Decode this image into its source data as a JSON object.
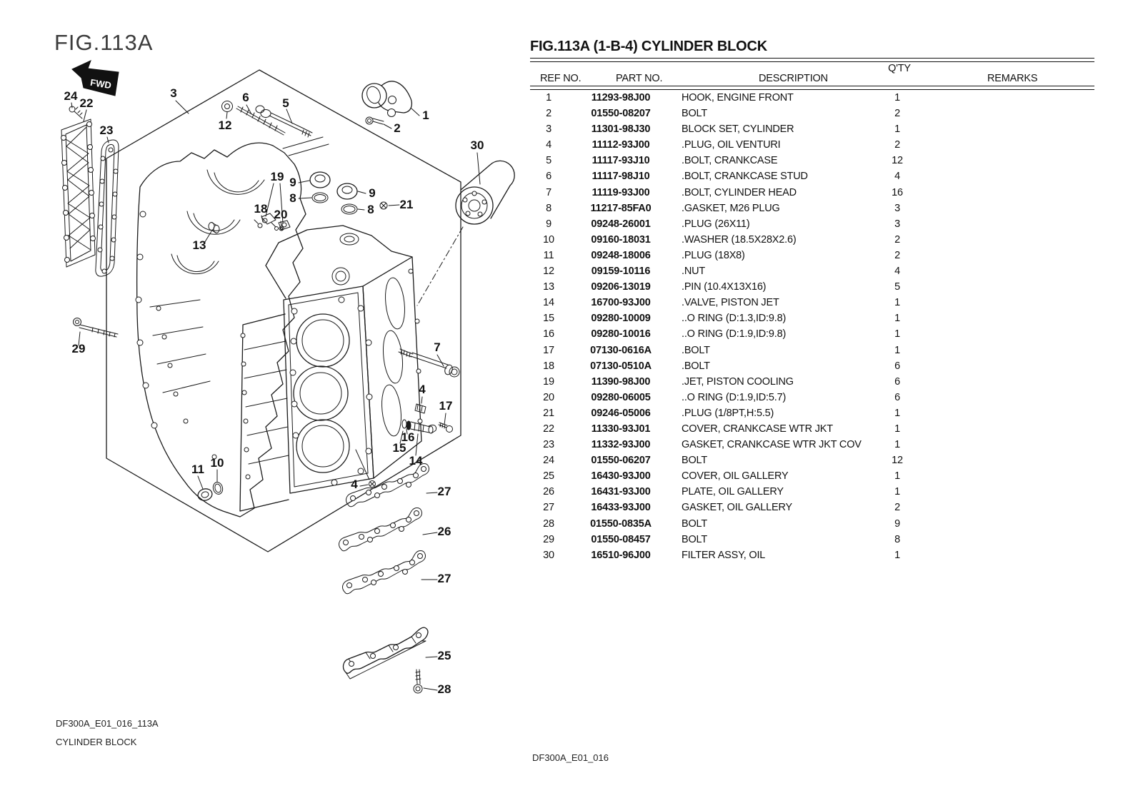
{
  "figure": {
    "title": "FIG.113A",
    "fwd_label": "FWD"
  },
  "table": {
    "title": "FIG.113A (1-B-4) CYLINDER BLOCK",
    "headers": {
      "ref": "REF NO.",
      "part": "PART NO.",
      "desc": "DESCRIPTION",
      "qty": "Q'TY",
      "remarks": "REMARKS"
    },
    "rows": [
      {
        "ref": "1",
        "part": "11293-98J00",
        "desc": "HOOK, ENGINE FRONT",
        "qty": "1",
        "remarks": ""
      },
      {
        "ref": "2",
        "part": "01550-08207",
        "desc": "BOLT",
        "qty": "2",
        "remarks": ""
      },
      {
        "ref": "3",
        "part": "11301-98J30",
        "desc": "BLOCK SET, CYLINDER",
        "qty": "1",
        "remarks": ""
      },
      {
        "ref": "4",
        "part": "11112-93J00",
        "desc": ".PLUG, OIL VENTURI",
        "qty": "2",
        "remarks": ""
      },
      {
        "ref": "5",
        "part": "11117-93J10",
        "desc": ".BOLT, CRANKCASE",
        "qty": "12",
        "remarks": ""
      },
      {
        "ref": "6",
        "part": "11117-98J10",
        "desc": ".BOLT, CRANKCASE STUD",
        "qty": "4",
        "remarks": ""
      },
      {
        "ref": "7",
        "part": "11119-93J00",
        "desc": ".BOLT, CYLINDER HEAD",
        "qty": "16",
        "remarks": ""
      },
      {
        "ref": "8",
        "part": "11217-85FA0",
        "desc": ".GASKET, M26 PLUG",
        "qty": "3",
        "remarks": ""
      },
      {
        "ref": "9",
        "part": "09248-26001",
        "desc": ".PLUG (26X11)",
        "qty": "3",
        "remarks": ""
      },
      {
        "ref": "10",
        "part": "09160-18031",
        "desc": ".WASHER (18.5X28X2.6)",
        "qty": "2",
        "remarks": ""
      },
      {
        "ref": "11",
        "part": "09248-18006",
        "desc": ".PLUG (18X8)",
        "qty": "2",
        "remarks": ""
      },
      {
        "ref": "12",
        "part": "09159-10116",
        "desc": ".NUT",
        "qty": "4",
        "remarks": ""
      },
      {
        "ref": "13",
        "part": "09206-13019",
        "desc": ".PIN (10.4X13X16)",
        "qty": "5",
        "remarks": ""
      },
      {
        "ref": "14",
        "part": "16700-93J00",
        "desc": ".VALVE, PISTON JET",
        "qty": "1",
        "remarks": ""
      },
      {
        "ref": "15",
        "part": "09280-10009",
        "desc": "..O RING (D:1.3,ID:9.8)",
        "qty": "1",
        "remarks": ""
      },
      {
        "ref": "16",
        "part": "09280-10016",
        "desc": "..O RING (D:1.9,ID:9.8)",
        "qty": "1",
        "remarks": ""
      },
      {
        "ref": "17",
        "part": "07130-0616A",
        "desc": ".BOLT",
        "qty": "1",
        "remarks": ""
      },
      {
        "ref": "18",
        "part": "07130-0510A",
        "desc": ".BOLT",
        "qty": "6",
        "remarks": ""
      },
      {
        "ref": "19",
        "part": "11390-98J00",
        "desc": ".JET, PISTON COOLING",
        "qty": "6",
        "remarks": ""
      },
      {
        "ref": "20",
        "part": "09280-06005",
        "desc": "..O RING (D:1.9,ID:5.7)",
        "qty": "6",
        "remarks": ""
      },
      {
        "ref": "21",
        "part": "09246-05006",
        "desc": ".PLUG (1/8PT,H:5.5)",
        "qty": "1",
        "remarks": ""
      },
      {
        "ref": "22",
        "part": "11330-93J01",
        "desc": "COVER, CRANKCASE WTR JKT",
        "qty": "1",
        "remarks": ""
      },
      {
        "ref": "23",
        "part": "11332-93J00",
        "desc": "GASKET, CRANKCASE WTR JKT COV",
        "qty": "1",
        "remarks": ""
      },
      {
        "ref": "24",
        "part": "01550-06207",
        "desc": "BOLT",
        "qty": "12",
        "remarks": ""
      },
      {
        "ref": "25",
        "part": "16430-93J00",
        "desc": "COVER, OIL GALLERY",
        "qty": "1",
        "remarks": ""
      },
      {
        "ref": "26",
        "part": "16431-93J00",
        "desc": "PLATE, OIL GALLERY",
        "qty": "1",
        "remarks": ""
      },
      {
        "ref": "27",
        "part": "16433-93J00",
        "desc": "GASKET, OIL GALLERY",
        "qty": "2",
        "remarks": ""
      },
      {
        "ref": "28",
        "part": "01550-0835A",
        "desc": "BOLT",
        "qty": "9",
        "remarks": ""
      },
      {
        "ref": "29",
        "part": "01550-08457",
        "desc": "BOLT",
        "qty": "8",
        "remarks": ""
      },
      {
        "ref": "30",
        "part": "16510-96J00",
        "desc": "FILTER ASSY, OIL",
        "qty": "1",
        "remarks": ""
      }
    ]
  },
  "diagram": {
    "callouts": [
      "24",
      "22",
      "23",
      "3",
      "6",
      "12",
      "5",
      "1",
      "2",
      "30",
      "19",
      "9",
      "8",
      "9",
      "8",
      "21",
      "18",
      "20",
      "13",
      "29",
      "7",
      "4",
      "17",
      "16",
      "15",
      "14",
      "11",
      "10",
      "4",
      "27",
      "26",
      "27",
      "25",
      "28"
    ]
  },
  "footer": {
    "code_left": "DF300A_E01_016_113A",
    "caption_left": "CYLINDER BLOCK",
    "code_center": "DF300A_E01_016"
  }
}
